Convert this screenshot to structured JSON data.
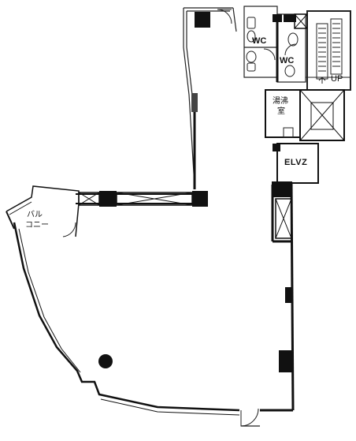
{
  "labels": {
    "wc_1": "WC",
    "wc_2": "WC",
    "up": "UP",
    "elevator": "ELVZ",
    "balcony_line1": "バル",
    "balcony_line2": "コニー",
    "hot_water_line1": "湯沸",
    "hot_water_line2": "室"
  }
}
